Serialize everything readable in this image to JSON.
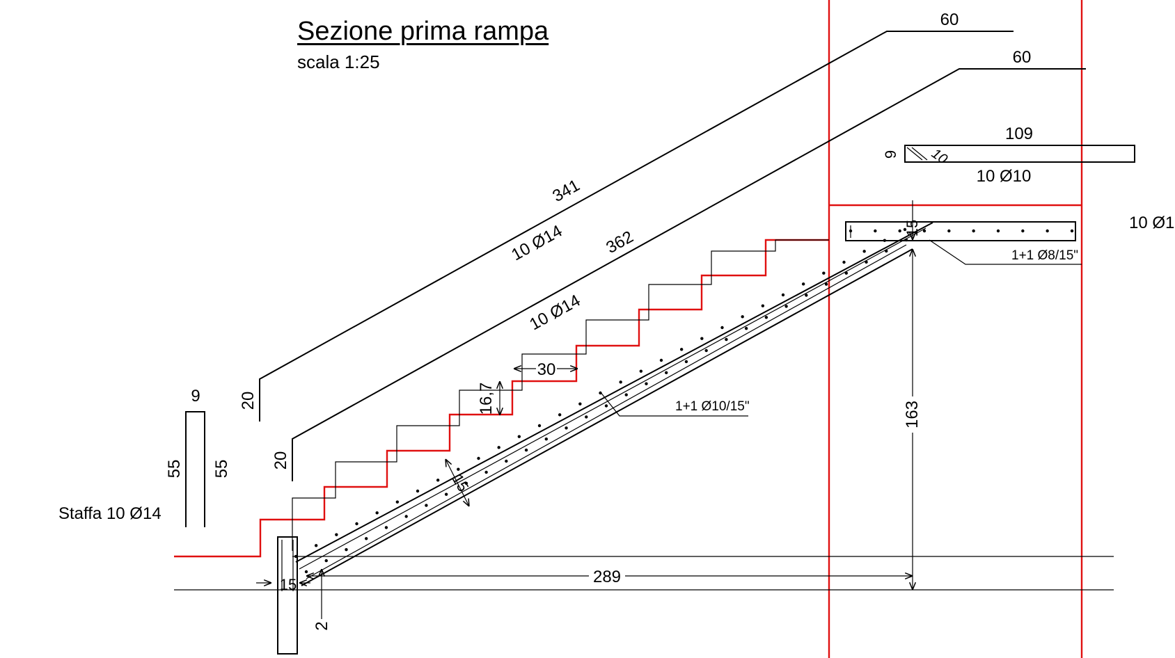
{
  "title": "Sezione prima rampa",
  "subtitle": "scala 1:25",
  "colors": {
    "ink": "#000000",
    "finish_line": "#e01010"
  },
  "bars": {
    "top_upper_length": "341",
    "top_upper_label": "10 Ø14",
    "top_upper_hook": "60",
    "top_upper_leg": "20",
    "top_lower_length": "362",
    "top_lower_label": "10 Ø14",
    "top_lower_hook": "60",
    "top_lower_leg": "20",
    "landing_bar_length": "109",
    "landing_bar_height": "9",
    "landing_bar_hook": "10",
    "landing_bar_label": "10 Ø10",
    "landing_side_label": "10 Ø1",
    "stirrup_width": "9",
    "stirrup_leg_left": "55",
    "stirrup_leg_right": "55",
    "stirrup_label": "Staffa 10 Ø14"
  },
  "dims": {
    "tread": "30",
    "riser": "16,7",
    "slab_thickness": "15",
    "landing_thickness": "15",
    "height": "163",
    "span": "289",
    "beam_width": "15",
    "offset": "2",
    "stirrups_ramp": "1+1 Ø10/15\"",
    "stirrups_landing": "1+1 Ø8/15\""
  }
}
